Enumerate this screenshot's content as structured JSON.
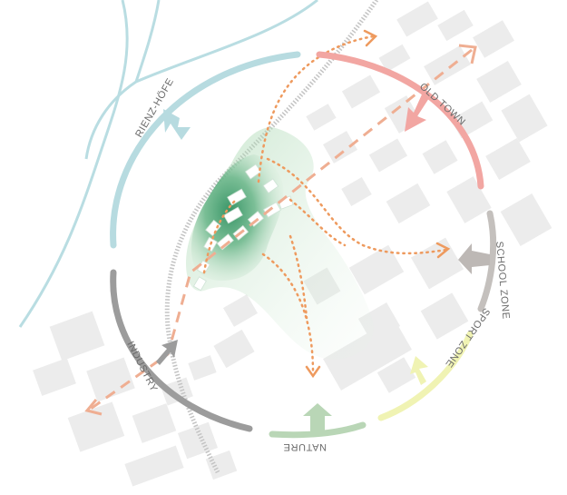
{
  "diagram": {
    "zones": [
      {
        "id": "rienz-hoefe",
        "label": "RIENZ-HÖFE",
        "color": "#9fcbd2"
      },
      {
        "id": "old-town",
        "label": "OLD TOWN",
        "color": "#ef8f8a"
      },
      {
        "id": "school-zone",
        "label": "SCHOOL ZONE",
        "color": "#b8b4b1"
      },
      {
        "id": "sport-zone",
        "label": "SPORT ZONE",
        "color": "#edf0a2"
      },
      {
        "id": "nature",
        "label": "NATURE",
        "color": "#a8c9a5"
      },
      {
        "id": "industry",
        "label": "INDUSTRY",
        "color": "#8f8f8f"
      }
    ],
    "colors": {
      "river": "#b9dde2",
      "railway": "#bdbdbd",
      "buildings": "#ececec",
      "green_area": "#3f9a6b",
      "path_dotted": "#ee9a5e",
      "path_dashed": "#efae92",
      "housing": "#ffffff"
    }
  }
}
